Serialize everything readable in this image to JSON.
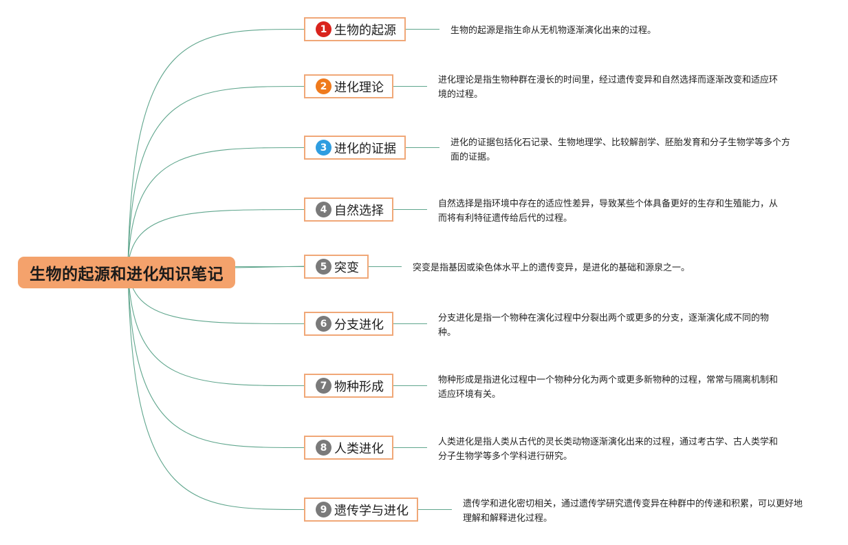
{
  "colors": {
    "root_fill": "#f4a26c",
    "topic_border": "#f0a777",
    "connector": "#5ea58c",
    "badge_1": "#d9231d",
    "badge_2": "#ef7a1d",
    "badge_3": "#2f9de0",
    "badge_other": "#7a7a7a"
  },
  "root": {
    "title": "生物的起源和进化知识笔记"
  },
  "topics": [
    {
      "number": "1",
      "label": "生物的起源",
      "description": "生物的起源是指生命从无机物逐渐演化出来的过程。",
      "badge_color": "#d9231d"
    },
    {
      "number": "2",
      "label": "进化理论",
      "description": "进化理论是指生物种群在漫长的时间里，经过遗传变异和自然选择而逐渐改变和适应环境的过程。",
      "badge_color": "#ef7a1d"
    },
    {
      "number": "3",
      "label": "进化的证据",
      "description": "进化的证据包括化石记录、生物地理学、比较解剖学、胚胎发育和分子生物学等多个方面的证据。",
      "badge_color": "#2f9de0"
    },
    {
      "number": "4",
      "label": "自然选择",
      "description": "自然选择是指环境中存在的适应性差异，导致某些个体具备更好的生存和生殖能力，从而将有利特征遗传给后代的过程。",
      "badge_color": "#7a7a7a"
    },
    {
      "number": "5",
      "label": "突变",
      "description": "突变是指基因或染色体水平上的遗传变异，是进化的基础和源泉之一。",
      "badge_color": "#7a7a7a"
    },
    {
      "number": "6",
      "label": "分支进化",
      "description": "分支进化是指一个物种在演化过程中分裂出两个或更多的分支，逐渐演化成不同的物种。",
      "badge_color": "#7a7a7a"
    },
    {
      "number": "7",
      "label": "物种形成",
      "description": "物种形成是指进化过程中一个物种分化为两个或更多新物种的过程，常常与隔离机制和适应环境有关。",
      "badge_color": "#7a7a7a"
    },
    {
      "number": "8",
      "label": "人类进化",
      "description": "人类进化是指人类从古代的灵长类动物逐渐演化出来的过程，通过考古学、古人类学和分子生物学等多个学科进行研究。",
      "badge_color": "#7a7a7a"
    },
    {
      "number": "9",
      "label": "遗传学与进化",
      "description": "遗传学和进化密切相关，通过遗传学研究遗传变异在种群中的传递和积累，可以更好地理解和解释进化过程。",
      "badge_color": "#7a7a7a"
    }
  ]
}
